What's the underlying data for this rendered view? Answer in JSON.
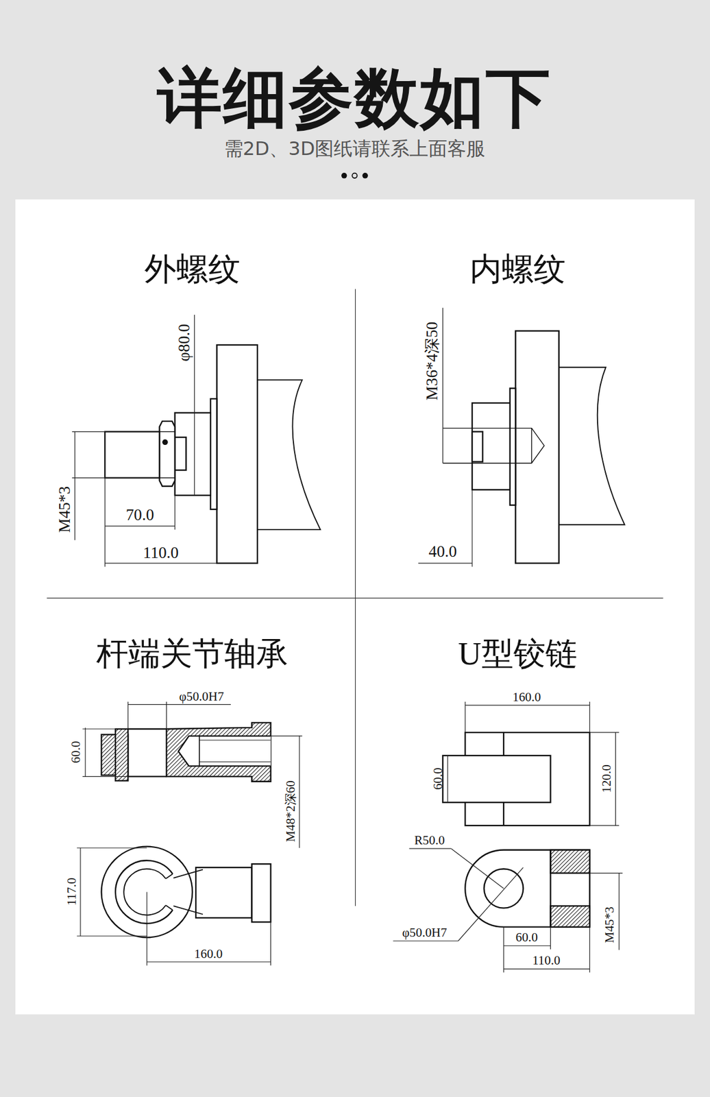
{
  "diagram": {
    "title": "详细参数如下",
    "labels": [
      "需2D、3D图纸请联系上面客服",
      "外螺纹",
      "内螺纹",
      "φ80.0",
      "M45*3",
      "70.0",
      "110.0",
      "M36*4深50",
      "40.0",
      "杆端关节轴承",
      "U型铰链",
      "φ50.0H7",
      "60.0",
      "M48*2深60",
      "117.0",
      "160.0",
      "160.0",
      "60.0",
      "120.0",
      "R50.0",
      "φ50.0H7",
      "60.0",
      "110.0",
      "M45*3"
    ]
  }
}
